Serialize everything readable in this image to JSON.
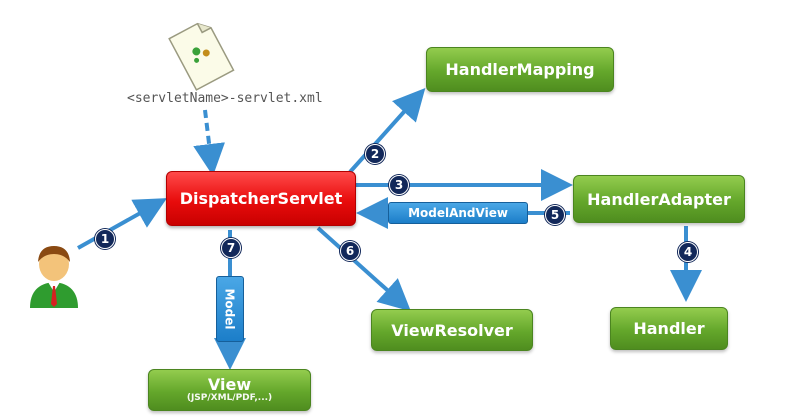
{
  "file_caption": "<servletName>-servlet.xml",
  "nodes": {
    "dispatcher": "DispatcherServlet",
    "handler_mapping": "HandlerMapping",
    "handler_adapter": "HandlerAdapter",
    "handler": "Handler",
    "view_resolver": "ViewResolver",
    "view": "View",
    "view_sub": "(JSP/XML/PDF,...)"
  },
  "labels": {
    "model_and_view": "ModelAndView",
    "model": "Model"
  },
  "steps": [
    "1",
    "2",
    "3",
    "4",
    "5",
    "6",
    "7"
  ],
  "colors": {
    "arrow": "#3a8fd1",
    "node_green": "#64a72b",
    "node_red": "#e80c0c",
    "step_badge": "#12285a"
  },
  "icons": [
    "document-icon",
    "user-icon"
  ]
}
